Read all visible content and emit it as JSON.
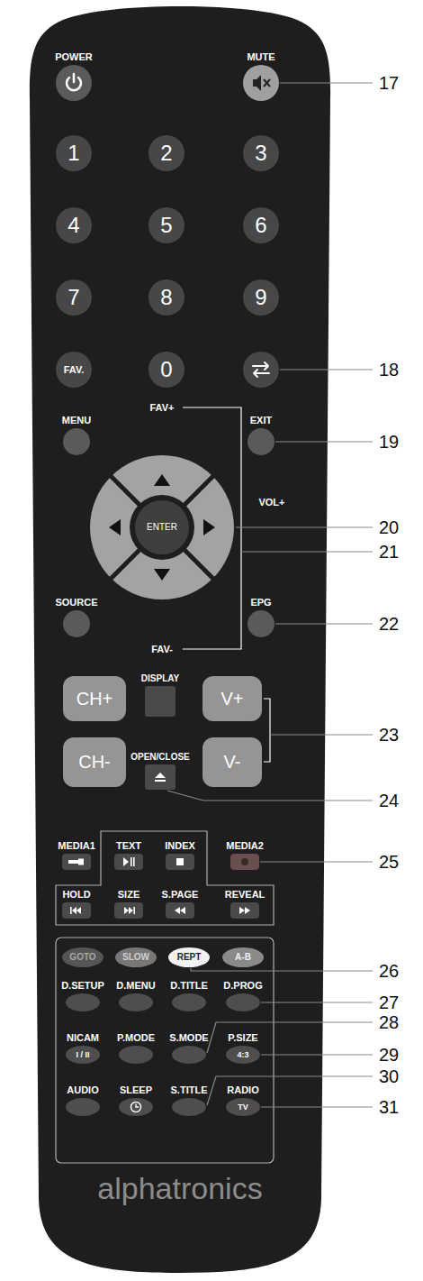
{
  "diagram": {
    "nodes": [
      {
        "text": [
          "alphatronics"
        ]
      },
      {
        "text": [
          "POWER"
        ],
        "in": 0
      },
      {
        "text": [
          "MUTE"
        ],
        "in": 0
      },
      {
        "text": [
          "1"
        ],
        "in": 0
      },
      {
        "text": [
          "2"
        ],
        "in": 0
      },
      {
        "text": [
          "3"
        ],
        "in": 0
      },
      {
        "text": [
          "4"
        ],
        "in": 0
      },
      {
        "text": [
          "5"
        ],
        "in": 0
      },
      {
        "text": [
          "6"
        ],
        "in": 0
      },
      {
        "text": [
          "7"
        ],
        "in": 0
      },
      {
        "text": [
          "8"
        ],
        "in": 0
      },
      {
        "text": [
          "9"
        ],
        "in": 0
      },
      {
        "text": [
          "FAV."
        ],
        "in": 0
      },
      {
        "text": [
          "0"
        ],
        "in": 0
      },
      {
        "text": [
          "MENU"
        ],
        "in": 0
      },
      {
        "text": [
          "EXIT"
        ],
        "in": 0
      },
      {
        "text": [
          "ENTER"
        ],
        "in": 0
      },
      {
        "text": [
          "SOURCE"
        ],
        "in": 0
      },
      {
        "text": [
          "EPG"
        ],
        "in": 0
      },
      {
        "text": [
          "CH+"
        ],
        "in": 0
      },
      {
        "text": [
          "DISPLAY"
        ],
        "in": 0
      },
      {
        "text": [
          "V+"
        ],
        "in": 0
      },
      {
        "text": [
          "CH-"
        ],
        "in": 0
      },
      {
        "text": [
          "OPEN/CLOSE"
        ],
        "in": 0
      },
      {
        "text": [
          "V-"
        ],
        "in": 0
      },
      {
        "text": [
          "MEDIA1"
        ],
        "in": 0
      },
      {
        "text": [
          "TEXT"
        ],
        "in": 0
      },
      {
        "text": [
          "INDEX"
        ],
        "in": 0
      },
      {
        "text": [
          "MEDIA2"
        ],
        "in": 0
      },
      {
        "text": [
          "HOLD"
        ],
        "in": 0
      },
      {
        "text": [
          "SIZE"
        ],
        "in": 0
      },
      {
        "text": [
          "S.PAGE"
        ],
        "in": 0
      },
      {
        "text": [
          "REVEAL"
        ],
        "in": 0
      },
      {
        "text": [
          "GOTO"
        ],
        "in": 0
      },
      {
        "text": [
          "SLOW"
        ],
        "in": 0
      },
      {
        "text": [
          "REPT"
        ],
        "in": 0
      },
      {
        "text": [
          "A-B"
        ],
        "in": 0
      },
      {
        "text": [
          "D.SETUP"
        ],
        "in": 0
      },
      {
        "text": [
          "D.MENU"
        ],
        "in": 0
      },
      {
        "text": [
          "D.TITLE"
        ],
        "in": 0
      },
      {
        "text": [
          "D.PROG"
        ],
        "in": 0
      },
      {
        "text": [
          "NICAM",
          "I / II"
        ],
        "in": 0
      },
      {
        "text": [
          "P.MODE"
        ],
        "in": 0
      },
      {
        "text": [
          "S.MODE"
        ],
        "in": 0
      },
      {
        "text": [
          "P.SIZE",
          "4:3"
        ],
        "in": 0
      },
      {
        "text": [
          "AUDIO"
        ],
        "in": 0
      },
      {
        "text": [
          "SLEEP"
        ],
        "in": 0
      },
      {
        "text": [
          "S.TITLE"
        ],
        "in": 0
      },
      {
        "text": [
          "RADIO",
          "TV"
        ],
        "in": 0
      }
    ],
    "labels": [
      "17",
      "18",
      "FAV+",
      "19",
      "VOL+",
      "20",
      "21",
      "FAV-",
      "22",
      "23",
      "24",
      "25",
      "26",
      "27",
      "28",
      "29",
      "30",
      "31"
    ]
  }
}
